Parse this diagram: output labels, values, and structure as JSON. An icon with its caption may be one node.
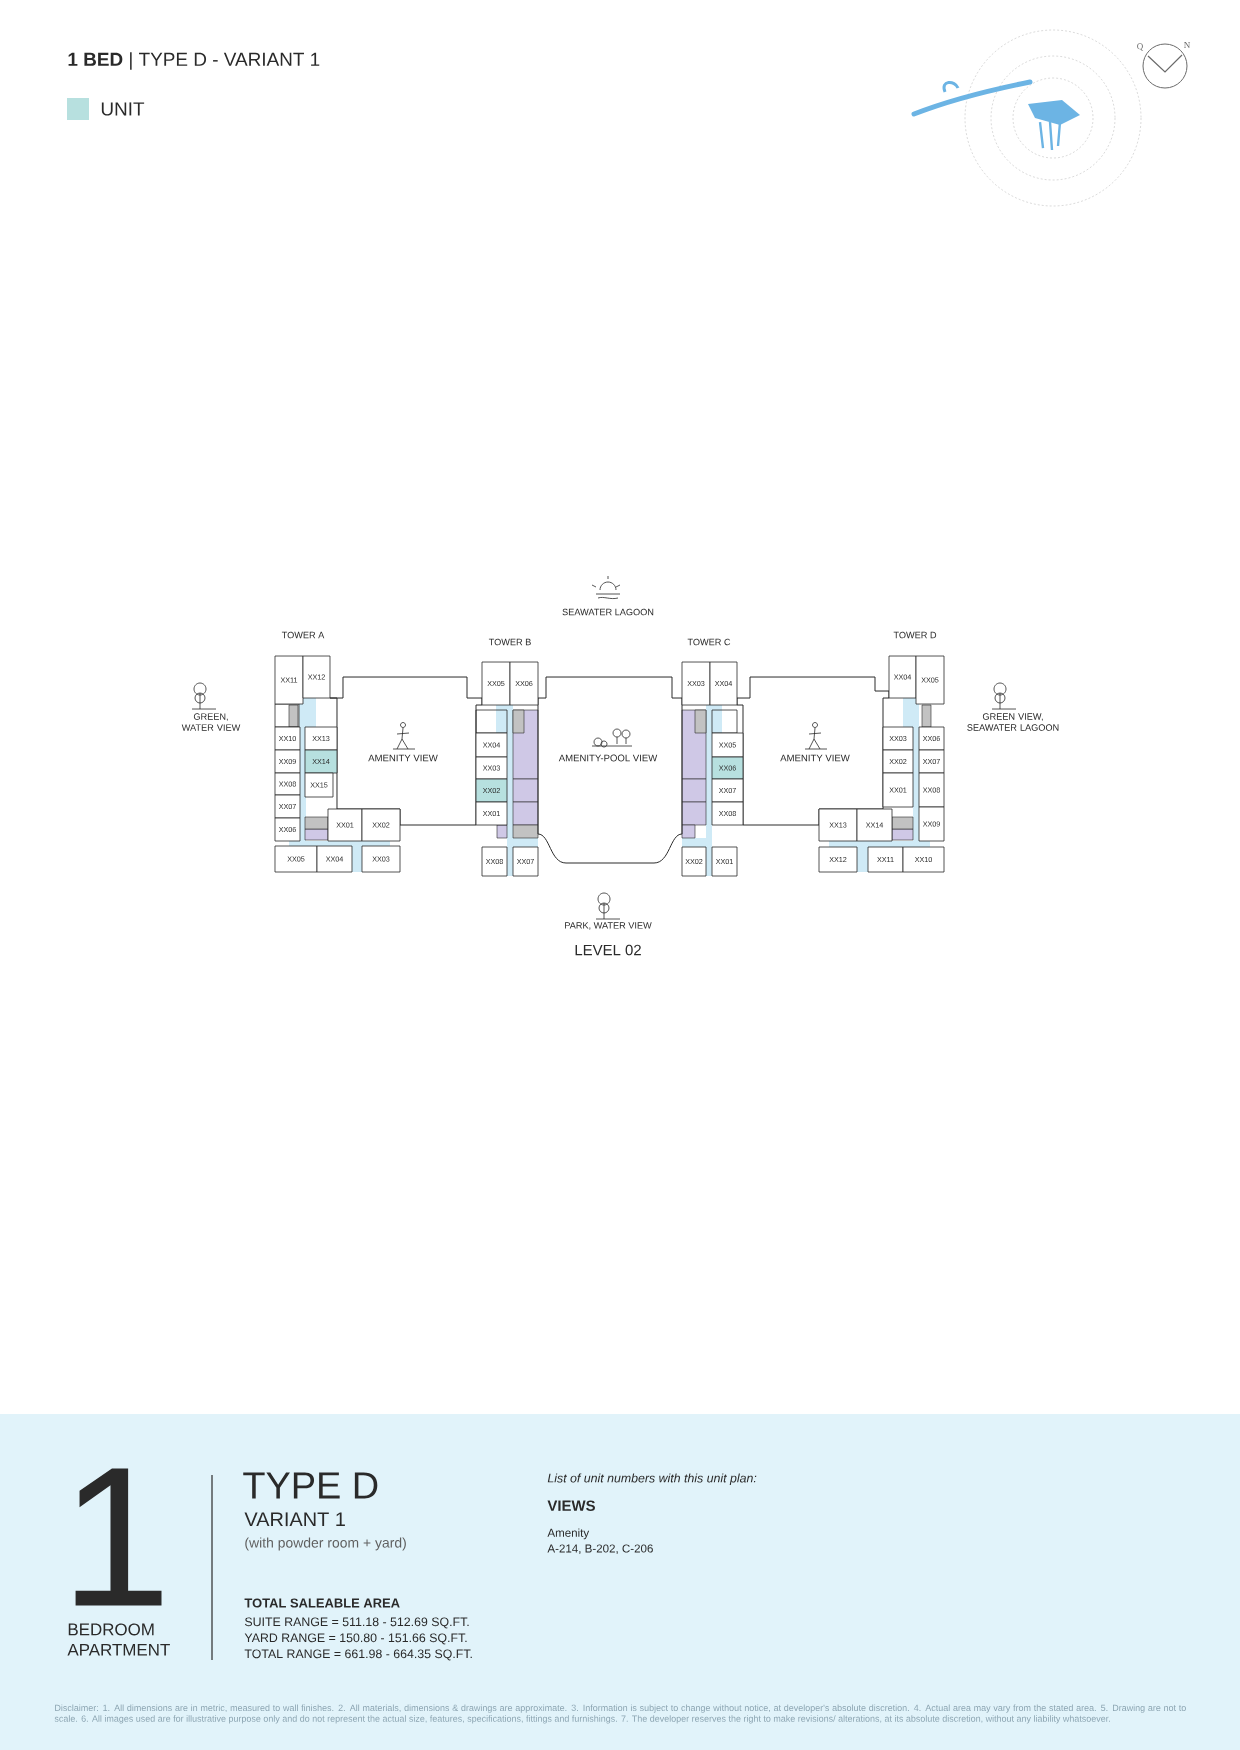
{
  "diagram": {
    "title": "**1 BED** | TYPE D - VARIANT 1",
    "nodes": [
      {
        "text": [
          "XX11"
        ]
      },
      {
        "text": [
          "XX12"
        ]
      },
      {
        "text": [
          "XX10"
        ]
      },
      {
        "text": [
          "XX13"
        ]
      },
      {
        "text": [
          "XX09"
        ]
      },
      {
        "text": [
          "XX14"
        ]
      },
      {
        "text": [
          "XX08"
        ]
      },
      {
        "text": [
          "XX15"
        ]
      },
      {
        "text": [
          "XX07"
        ]
      },
      {
        "text": [
          "XX06"
        ]
      },
      {
        "text": [
          "XX01"
        ]
      },
      {
        "text": [
          "XX02"
        ]
      },
      {
        "text": [
          "XX05"
        ]
      },
      {
        "text": [
          "XX04"
        ]
      },
      {
        "text": [
          "XX03"
        ]
      },
      {
        "text": [
          "XX05"
        ]
      },
      {
        "text": [
          "XX06"
        ]
      },
      {
        "text": [
          "XX04"
        ]
      },
      {
        "text": [
          "XX03"
        ]
      },
      {
        "text": [
          "XX02"
        ]
      },
      {
        "text": [
          "XX01"
        ]
      },
      {
        "text": [
          "XX08"
        ]
      },
      {
        "text": [
          "XX07"
        ]
      },
      {
        "text": [
          "XX03"
        ]
      },
      {
        "text": [
          "XX04"
        ]
      },
      {
        "text": [
          "XX05"
        ]
      },
      {
        "text": [
          "XX06"
        ]
      },
      {
        "text": [
          "XX07"
        ]
      },
      {
        "text": [
          "XX08"
        ]
      },
      {
        "text": [
          "XX02"
        ]
      },
      {
        "text": [
          "XX01"
        ]
      },
      {
        "text": [
          "XX04"
        ]
      },
      {
        "text": [
          "XX05"
        ]
      },
      {
        "text": [
          "XX03"
        ]
      },
      {
        "text": [
          "XX06"
        ]
      },
      {
        "text": [
          "XX02"
        ]
      },
      {
        "text": [
          "XX07"
        ]
      },
      {
        "text": [
          "XX01"
        ]
      },
      {
        "text": [
          "XX08"
        ]
      },
      {
        "text": [
          "XX09"
        ]
      },
      {
        "text": [
          "XX13"
        ]
      },
      {
        "text": [
          "XX14"
        ]
      },
      {
        "text": [
          "XX12"
        ]
      },
      {
        "text": [
          "XX11"
        ]
      },
      {
        "text": [
          "XX10"
        ]
      }
    ],
    "labels": [
      "Q",
      "N",
      "SEAWATER LAGOON",
      "TOWER A",
      "TOWER B",
      "TOWER C",
      "TOWER D",
      "GREEN, WATER VIEW",
      "GREEN VIEW, SEAWATER LAGOON",
      "AMENITY VIEW",
      "AMENITY-POOL VIEW",
      "AMENITY VIEW",
      "PARK, WATER VIEW",
      "LEVEL 02",
      "1",
      "BEDROOM APARTMENT",
      "TYPE D",
      "VARIANT 1",
      "(with powder room + yard)",
      "TOTAL SALEABLE AREA",
      "SUITE RANGE = 511.18 - 512.69 SQ.FT.",
      "YARD RANGE = 150.80 - 151.66 SQ.FT.",
      "TOTAL RANGE = 661.98 - 664.35 SQ.FT.",
      "List of unit numbers with this unit plan:",
      "VIEWS",
      "Amenity",
      "A-214, B-202, C-206",
      "Disclaimer: 1. All dimensions are in metric, measured to wall finishes. 2. All materials, dimensions & drawings are approximate. 3. Information is subject to change without notice, at developer's absolute discretion. 4. Actual area may vary from the stated area. 5. Drawing are not to scale. 6. All images used are for illustrative purpose only and do not represent the actual size, features, specifications, fittings and furnishings. 7. The developer reserves the right to make revisions/ alterations, at its absolute discretion, without any liability whatsoever."
    ],
    "legend": [
      {
        "text": "UNIT",
        "color": "#b7e0df"
      }
    ]
  }
}
